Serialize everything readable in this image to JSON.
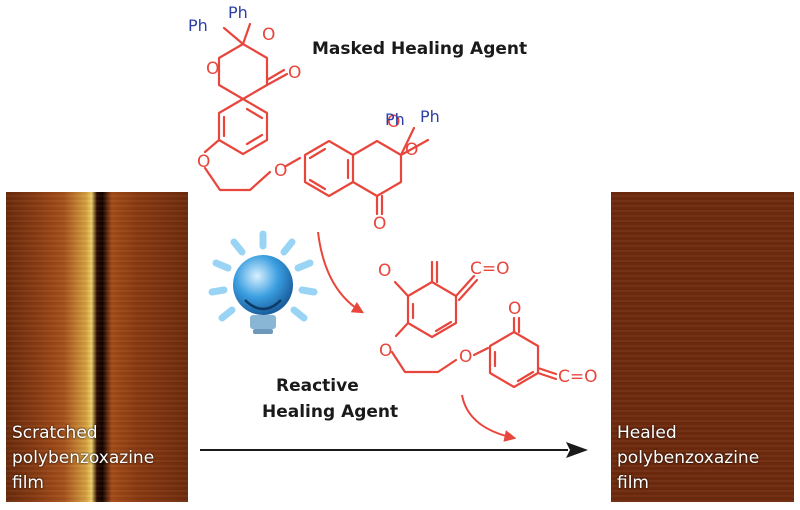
{
  "labels": {
    "masked_agent": "Masked Healing Agent",
    "reactive_agent_line1": "Reactive",
    "reactive_agent_line2": "Healing Agent"
  },
  "atoms": {
    "oxygen": "O",
    "phenyl": "Ph",
    "ketene": "C=O"
  },
  "panels": {
    "left": {
      "line1": "Scratched",
      "line2": "polybenzoxazine",
      "line3": "film"
    },
    "right": {
      "line1": "Healed",
      "line2": "polybenzoxazine",
      "line3": "film"
    }
  },
  "colors": {
    "molecule": "#e8463c",
    "phenyl": "#2c3fa8",
    "arrow": "#1a1a1a",
    "light_bulb": "#3a9ee0"
  }
}
